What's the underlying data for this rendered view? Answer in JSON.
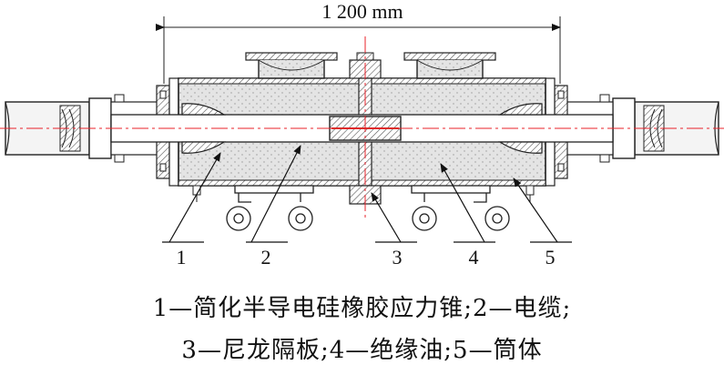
{
  "dimension": {
    "label": "1 200 mm"
  },
  "callouts": [
    {
      "number": "1"
    },
    {
      "number": "2"
    },
    {
      "number": "3"
    },
    {
      "number": "4"
    },
    {
      "number": "5"
    }
  ],
  "legend": {
    "line1": "1—简化半导电硅橡胶应力锥;2—电缆;",
    "line2": "3—尼龙隔板;4—绝缘油;5—筒体"
  },
  "colors": {
    "outline": "#222222",
    "centerline": "#e8202a",
    "hatch": "#7a7a7a",
    "oil_fill": "#e4e4e4",
    "stripe": "#d9302a"
  }
}
